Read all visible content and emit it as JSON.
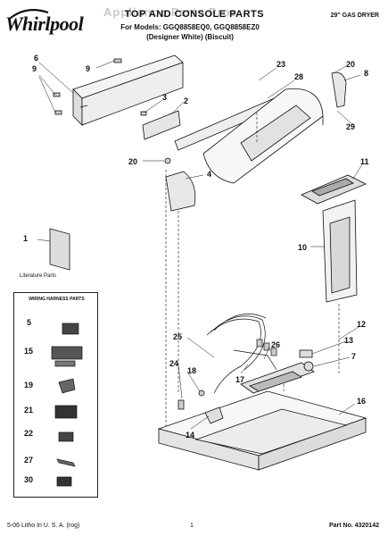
{
  "header": {
    "brand": "Whirlpool",
    "watermark": "Appliance Parts Pros",
    "title": "TOP AND CONSOLE PARTS",
    "models": "For Models: GGQ8858EQ0, GGQ8858EZ0",
    "colors": "(Designer White)   (Biscuit)",
    "product": "29\" GAS DRYER"
  },
  "callouts": {
    "c6": "6",
    "c9a": "9",
    "c9b": "9",
    "c3": "3",
    "c2": "2",
    "c23": "23",
    "c28": "28",
    "c20a": "20",
    "c8": "8",
    "c29": "29",
    "c20b": "20",
    "c4": "4",
    "c11": "11",
    "c1": "1",
    "c10": "10",
    "c12": "12",
    "c13": "13",
    "c7": "7",
    "c25": "25",
    "c26": "26",
    "c17": "17",
    "c18": "18",
    "c24": "24",
    "c14": "14",
    "c16": "16",
    "h5": "5",
    "h15": "15",
    "h19": "19",
    "h21": "21",
    "h22": "22",
    "h27": "27",
    "h30": "30"
  },
  "literature_label": "Literature Parts",
  "harness_box_title": "WIRING HARNESS PARTS",
  "footer": {
    "left": "5-06 Litho In U. S. A. (rog)",
    "page": "1",
    "part_no": "Part No. 4320142"
  }
}
